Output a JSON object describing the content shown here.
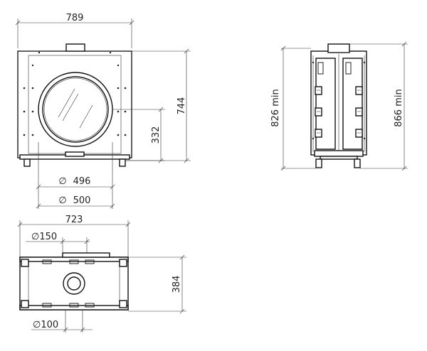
{
  "front_view": {
    "width": "789",
    "height": "744",
    "center_height": "332",
    "glass_diameter_1": "496",
    "glass_diameter_2": "500",
    "diameter_symbol": "∅"
  },
  "side_view": {
    "height_min_1": "826 min",
    "height_min_2": "866 min"
  },
  "top_view": {
    "width": "723",
    "depth": "384",
    "flue_label": "∅150",
    "air_label": "∅100"
  }
}
